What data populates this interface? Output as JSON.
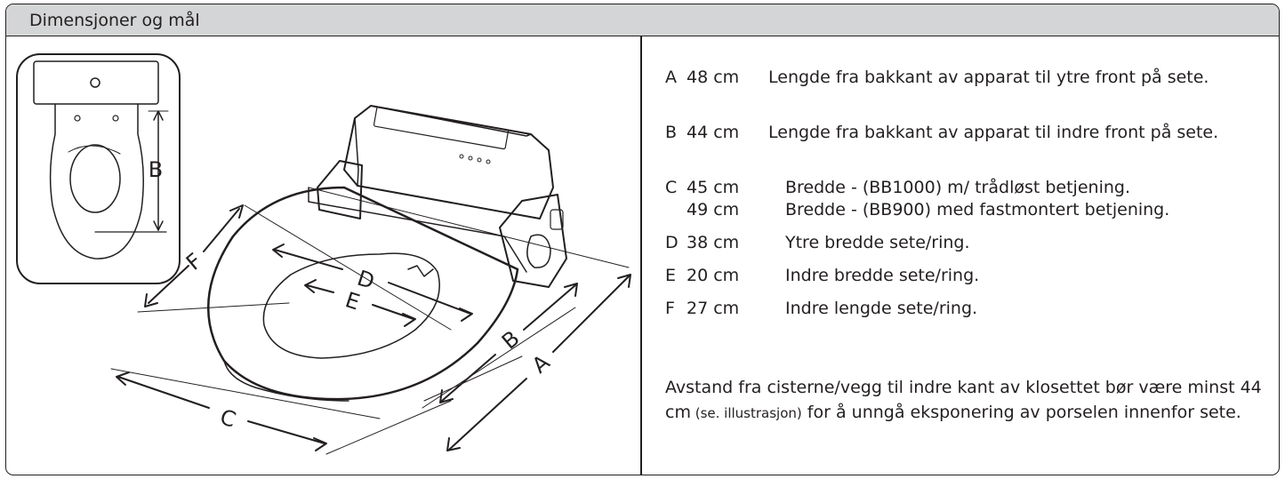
{
  "header": {
    "title": "Dimensjoner og mål"
  },
  "diagram": {
    "labels": {
      "a": "A",
      "b": "B",
      "c": "C",
      "d": "D",
      "e": "E",
      "f": "F",
      "inset_b": "B"
    }
  },
  "specs": [
    {
      "letter": "A",
      "measure": "48 cm",
      "description": "Lengde fra bakkant av apparat til ytre front på sete."
    },
    {
      "letter": "B",
      "measure": "44 cm",
      "description": "Lengde fra bakkant av apparat til indre front på sete."
    },
    {
      "letter": "C",
      "measure": "45 cm",
      "description": "Bredde - (BB1000) m/ trådløst betjening."
    },
    {
      "letter": "",
      "measure": "49 cm",
      "description": "Bredde - (BB900) med fastmontert betjening."
    },
    {
      "letter": "D",
      "measure": "38 cm",
      "description": "Ytre bredde sete/ring."
    },
    {
      "letter": "E",
      "measure": "20 cm",
      "description": "Indre bredde sete/ring."
    },
    {
      "letter": "F",
      "measure": "27 cm",
      "description": "Indre lengde sete/ring."
    }
  ],
  "note": {
    "part1": "Avstand fra cisterne/vegg til indre kant av klosettet bør være minst 44 cm",
    "part2": " (se. illustrasjon)",
    "part3": " for å unngå eksponering av porselen innenfor sete."
  }
}
